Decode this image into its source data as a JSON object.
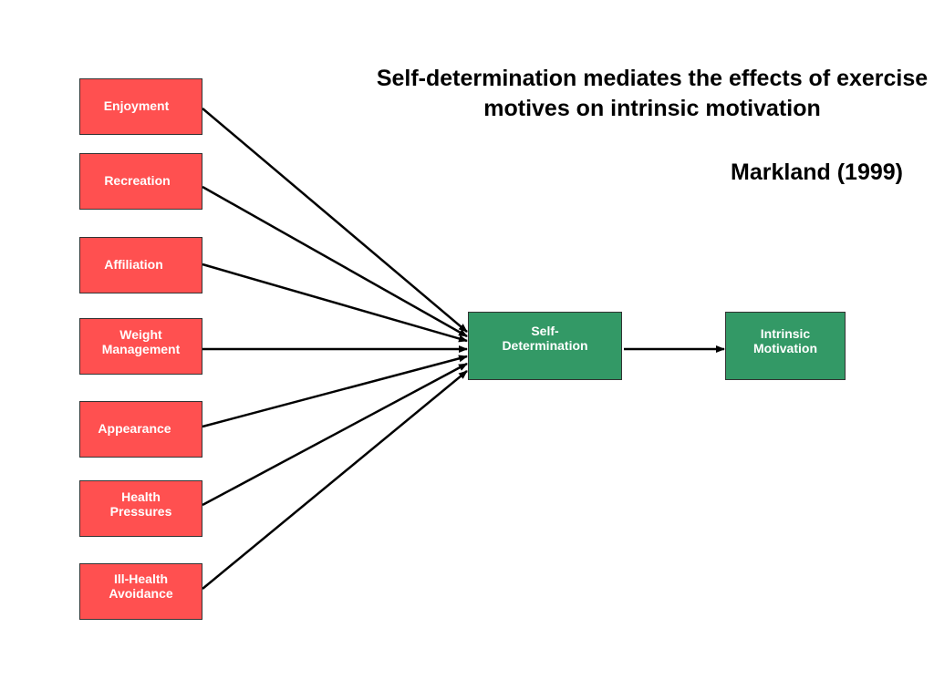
{
  "title": "Self-determination mediates the effects of exercise motives on intrinsic motivation",
  "citation": "Markland (1999)",
  "motives": [
    {
      "label": "Enjoyment"
    },
    {
      "label": "Recreation"
    },
    {
      "label": "Affiliation"
    },
    {
      "label": "Weight Management"
    },
    {
      "label": "Appearance"
    },
    {
      "label": "Health Pressures"
    },
    {
      "label": "Ill-Health Avoidance"
    }
  ],
  "mediator": {
    "label": "Self-Determination"
  },
  "outcome": {
    "label": "Intrinsic Motivation"
  },
  "colors": {
    "motive_fill": "#ff5050",
    "mediator_fill": "#339966",
    "outcome_fill": "#339966",
    "arrow": "#000000",
    "box_text": "#ffffff"
  }
}
